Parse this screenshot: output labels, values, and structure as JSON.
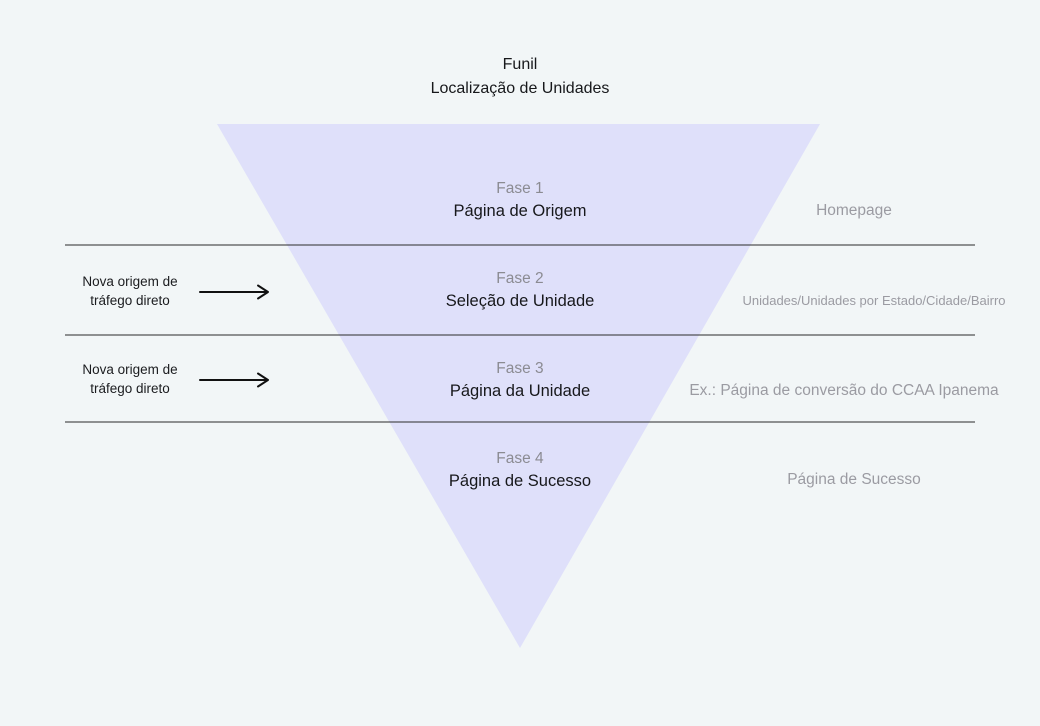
{
  "title": {
    "line1": "Funil",
    "line2": "Localização de Unidades"
  },
  "funnel": {
    "phases": [
      {
        "fase": "Fase 1",
        "title": "Página de Origem",
        "annotation_right": "Homepage"
      },
      {
        "fase": "Fase 2",
        "title": "Seleção de Unidade",
        "annotation_right": "Unidades/Unidades por Estado/Cidade/Bairro"
      },
      {
        "fase": "Fase 3",
        "title": "Página da Unidade",
        "annotation_right": "Ex.: Página de conversão do CCAA Ipanema"
      },
      {
        "fase": "Fase 4",
        "title": "Página de Sucesso",
        "annotation_right": "Página de Sucesso"
      }
    ]
  },
  "left_annotations": [
    {
      "line1": "Nova origem de",
      "line2": "tráfego direto",
      "icon": "arrow-right-icon"
    },
    {
      "line1": "Nova origem de",
      "line2": "tráfego direto",
      "icon": "arrow-right-icon"
    }
  ],
  "colors": {
    "background": "#f2f6f7",
    "funnel_fill": "#dfe0fa",
    "divider_line": "#2b2b2b",
    "arrow": "#111111",
    "phase_label_gray": "#8b8b92",
    "annotation_gray": "#9b9ba2",
    "text_black": "#17181b"
  }
}
